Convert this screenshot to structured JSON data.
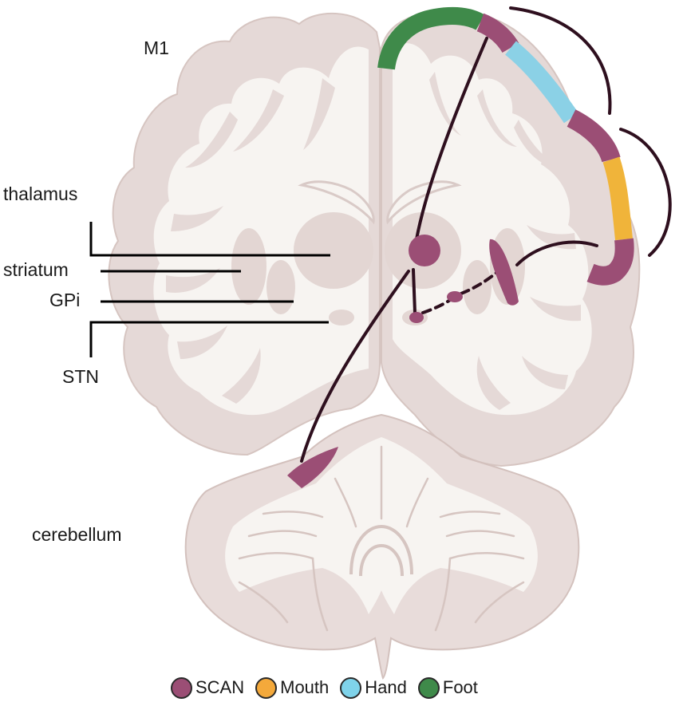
{
  "labels": {
    "m1": "M1",
    "thalamus": "thalamus",
    "striatum": "striatum",
    "gpi": "GPi",
    "stn": "STN",
    "cerebellum": "cerebellum"
  },
  "legend": [
    {
      "label": "SCAN",
      "color": "#9b4e75"
    },
    {
      "label": "Mouth",
      "color": "#f4a93b"
    },
    {
      "label": "Hand",
      "color": "#7fd3ea"
    },
    {
      "label": "Foot",
      "color": "#3f8a4a"
    }
  ],
  "colors": {
    "grey_matter": "#e5d9d7",
    "grey_outline": "#d4c2bf",
    "white_matter": "#f7f4f1",
    "scan": "#9b4e75",
    "mouth": "#f0b43a",
    "hand": "#8bd1e6",
    "foot": "#3f8a4a",
    "connection": "#2e0f1e"
  }
}
